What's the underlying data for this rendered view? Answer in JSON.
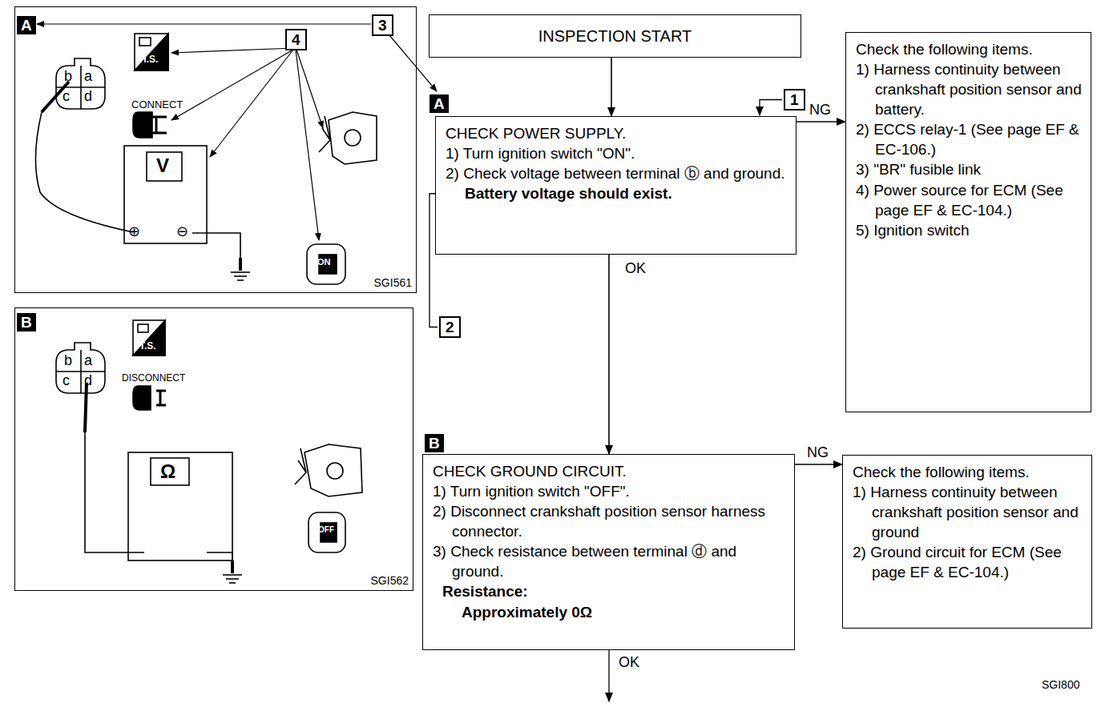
{
  "diagram": {
    "nodes": [
      {
        "text": [
          "SGI561"
        ]
      },
      {
        "text": [
          "SGI562"
        ]
      },
      {
        "text": [
          "INSPECTION START"
        ]
      },
      {
        "text": [
          "CHECK POWER SUPPLY.",
          "1) Turn ignition switch \"ON\".",
          "2) Check voltage between terminal ⓑ and ground.",
          "Battery voltage should exist."
        ]
      },
      {
        "text": [
          "Check the following items.",
          "1) Harness continuity between crankshaft position sensor and battery.",
          "2) ECCS relay-1 (See page EF & EC-106.)",
          "3) \"BR\" fusible link",
          "4) Power source for ECM (See page EF & EC-104.)",
          "5) Ignition switch"
        ]
      },
      {
        "text": [
          "CHECK GROUND CIRCUIT.",
          "1) Turn ignition switch \"OFF\".",
          "2) Disconnect crankshaft position sensor harness connector.",
          "3) Check resistance between terminal ⓓ and ground.",
          "Resistance:",
          "Approximately 0Ω"
        ]
      },
      {
        "text": [
          "Check the following items.",
          "1) Harness continuity between crankshaft position sensor and ground",
          "2) Ground circuit for ECM (See page EF & EC-104.)"
        ]
      }
    ],
    "edges": [
      {
        "from": 2,
        "to": 3,
        "arrow": "to"
      },
      {
        "from": 3,
        "to": 4,
        "arrow": "to",
        "label": "NG"
      },
      {
        "from": 3,
        "to": 5,
        "arrow": "to",
        "label": "OK"
      },
      {
        "from": 5,
        "to": 6,
        "arrow": "to",
        "label": "NG"
      }
    ],
    "labels": [
      "A",
      "H.S.",
      "CONNECT",
      "b",
      "a",
      "c",
      "d",
      "V",
      "⊕",
      "⊖",
      "ON",
      "3",
      "4",
      "B",
      "T.S.",
      "DISCONNECT",
      "b",
      "a",
      "c",
      "d",
      "Ω",
      "OFF",
      "A",
      "1",
      "2",
      "B",
      "OK",
      "SGI800"
    ]
  }
}
